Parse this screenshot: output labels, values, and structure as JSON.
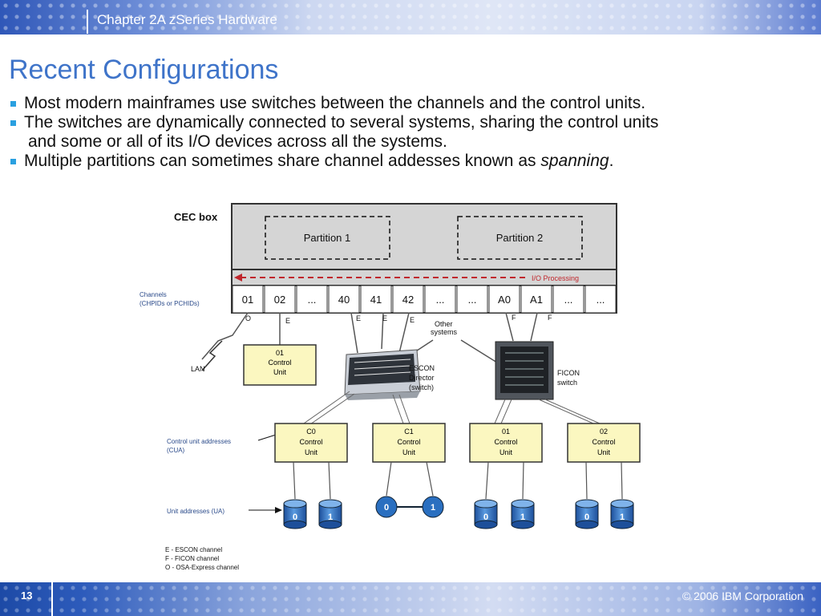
{
  "header": {
    "chapter": "Chapter 2A zSeries Hardware"
  },
  "slide": {
    "title": "Recent Configurations",
    "bullet1": "Most modern mainframes use switches between the channels and the control units.",
    "bullet2": "The switches are dynamically connected to several systems, sharing the control units",
    "bullet2_cont": "and some or all of its I/O devices across all the systems.",
    "bullet3_pre": "Multiple partitions can sometimes share channel addesses known as ",
    "bullet3_em": "spanning",
    "bullet3_post": "."
  },
  "diagram": {
    "cec_label": "CEC box",
    "partition1": "Partition 1",
    "partition2": "Partition 2",
    "io_processing": "I/O Processing",
    "channels_label_1": "Channels",
    "channels_label_2": "(CHPIDs or PCHIDs)",
    "chpids": [
      "01",
      "02",
      "...",
      "40",
      "41",
      "42",
      "...",
      "...",
      "A0",
      "A1",
      "...",
      "..."
    ],
    "link_o": "O",
    "link_e1": "E",
    "link_e2": "E",
    "link_e3": "E",
    "link_e4": "E",
    "link_f1": "F",
    "link_f2": "F",
    "lan": "LAN",
    "other_systems_1": "Other",
    "other_systems_2": "systems",
    "osa_cu_num": "01",
    "osa_cu_l1": "Control",
    "osa_cu_l2": "Unit",
    "escon_1": "ESCON",
    "escon_2": "Director",
    "escon_3": "(switch)",
    "ficon_1": "FICON",
    "ficon_2": "switch",
    "cua_label_1": "Control unit addresses",
    "cua_label_2": "(CUA)",
    "cu": [
      {
        "num": "C0",
        "l1": "Control",
        "l2": "Unit"
      },
      {
        "num": "C1",
        "l1": "Control",
        "l2": "Unit"
      },
      {
        "num": "01",
        "l1": "Control",
        "l2": "Unit"
      },
      {
        "num": "02",
        "l1": "Control",
        "l2": "Unit"
      }
    ],
    "ua_label": "Unit addresses (UA)",
    "disks": [
      "0",
      "1",
      "0",
      "1",
      "0",
      "1",
      "0",
      "1"
    ],
    "legend_e": "E - ESCON channel",
    "legend_f": "F - FICON channel",
    "legend_o": "O - OSA-Express channel"
  },
  "footer": {
    "page": "13",
    "copyright": "© 2006 IBM Corporation"
  },
  "colors": {
    "title": "#3f74c9",
    "bullet": "#2aa0e0",
    "cu_fill": "#fbf7c0",
    "disk": "#2a6fc0"
  }
}
